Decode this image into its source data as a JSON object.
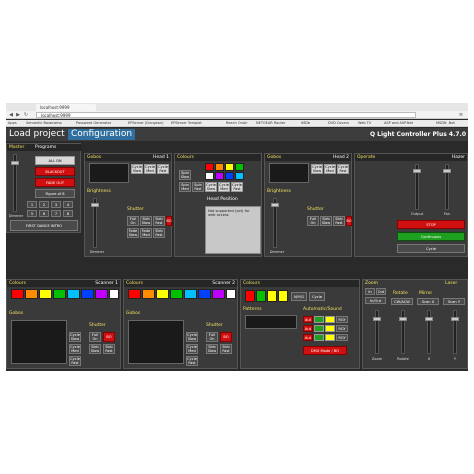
{
  "browser": {
    "tab_title": "localhost:9999",
    "url": "localhost:9999",
    "bookmarks": [
      "Apps",
      "Semantic Basecamp",
      "Password Generator",
      "EPServer (Dungeon)",
      "EPServer Templat",
      "Reach OnAir",
      "NETGEAR Router",
      "IMDb",
      "DVD Covers",
      "Web TV",
      "ASP and ASP.Net",
      "MSDN .Net"
    ]
  },
  "menubar": {
    "load_project": "Load project",
    "configuration": "Configuration",
    "app_name": "Q Light Controller Plus 4.7.0"
  },
  "master": {
    "title": "Master",
    "programs_label": "Programs",
    "all_on": "ALL ON",
    "blackout": "BLACKOUT",
    "fade_out": "FADE OUT",
    "figure_of_8": "Figure of 8",
    "dimmer": "Dimmer",
    "keypad": [
      "1",
      "2",
      "3",
      "4",
      "5",
      "6",
      "7",
      "8"
    ],
    "first_dance": "FIRST DANCE INTRO"
  },
  "head1": {
    "gobos_title": "Gobos",
    "head_name": "Head 1",
    "cycle_buttons": [
      "Cycle Slow",
      "Cycle Med",
      "Cycle Fast"
    ],
    "brightness": "Brightness",
    "dimmer": "Dimmer",
    "shutter": "Shutter",
    "shutter_buttons": [
      "Full On",
      "Strb Slow",
      "Strb Fast",
      "BO",
      "Fade Slow",
      "Fade Med",
      "Strb Fast"
    ]
  },
  "colours_center": {
    "title": "Colours",
    "cycle_buttons": [
      "Cycle Slow",
      "Cycle Med",
      "Cycle Fast"
    ],
    "spin_buttons": [
      "Spin Slow",
      "Spin Med",
      "Spin Fast"
    ],
    "head_position": "Head Position",
    "not_supported": "Not supported (yet) for web access"
  },
  "head2": {
    "gobos_title": "Gobos",
    "head_name": "Head 2",
    "cycle_buttons": [
      "Cycle Slow",
      "Cycle Med",
      "Cycle Fast"
    ],
    "brightness": "Brightness",
    "dimmer": "Dimmer",
    "shutter": "Shutter",
    "shutter_buttons": [
      "Full On",
      "Strb Slow",
      "Strb Fast",
      "BO"
    ]
  },
  "operate": {
    "title": "Operate",
    "hazer": "Hazer",
    "output": "Output",
    "fan": "Fan",
    "stop": "STOP",
    "continuous": "Continuous",
    "cycle": "Cycle"
  },
  "scanner1": {
    "colours_title": "Colours",
    "name": "Scanner 1",
    "gobos_title": "Gobos",
    "shutter": "Shutter",
    "cycle_buttons": [
      "Cycle Slow",
      "Cycle Med",
      "Cycle Fast"
    ],
    "shutter_buttons": [
      "Full On",
      "BO",
      "Strb Slow",
      "Strb Fast"
    ]
  },
  "scanner2": {
    "colours_title": "Colours",
    "name": "Scanner 2",
    "gobos_title": "Gobos",
    "shutter": "Shutter",
    "cycle_buttons": [
      "Cycle Slow",
      "Cycle Med",
      "Cycle Fast"
    ],
    "shutter_buttons": [
      "Full On",
      "BO",
      "Strb Slow",
      "Strb Fast"
    ]
  },
  "bottom_colours": {
    "title": "Colours",
    "nyg": "N/Y/G",
    "cycle": "Cycle",
    "patterns": "Patterns",
    "automatic_sound": "Automatic/Sound",
    "auto_buttons": [
      "Aut",
      "Aut",
      "Aut"
    ],
    "rgy": [
      "RGY",
      "RGY",
      "RGY"
    ],
    "dmx_mode": "DMX Mode / BO"
  },
  "right_bottom": {
    "zoom": "Zoom",
    "in": "In",
    "out": "Out",
    "in_out": "In/Out",
    "rotate": "Rotate",
    "cwacw": "CW/ACW",
    "mirror": "Mirror",
    "scan_x": "Scan X",
    "laser": "Laser",
    "scan_y": "Scan Y",
    "slider_labels": [
      "Zoom",
      "Rotate",
      "X",
      "Y"
    ]
  },
  "colors": {
    "accent_green": "#20a020",
    "accent_red": "#d01010",
    "swatches_row1": [
      "#ff0000",
      "#ff8c00",
      "#ffff00",
      "#00c000"
    ],
    "swatches_row2": [
      "#ffffff",
      "#c000ff",
      "#0040ff",
      "#00c0ff"
    ]
  }
}
